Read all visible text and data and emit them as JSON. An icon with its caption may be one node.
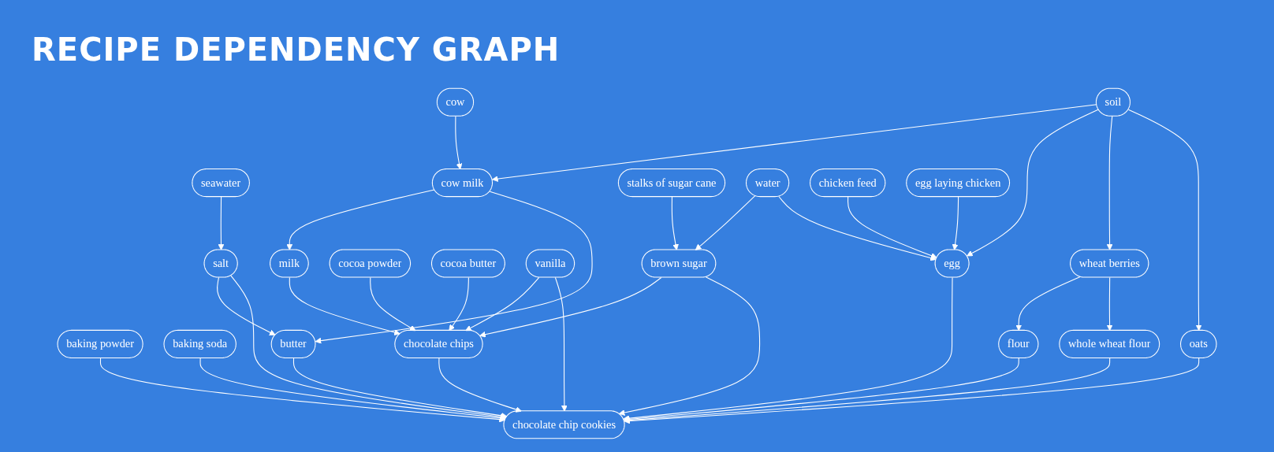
{
  "diagram": {
    "title": "RECIPE DEPENDENCY GRAPH",
    "nodes": [
      {
        "text": [
          "cow"
        ]
      },
      {
        "text": [
          "soil"
        ]
      },
      {
        "text": [
          "seawater"
        ]
      },
      {
        "text": [
          "cow milk"
        ]
      },
      {
        "text": [
          "stalks of sugar cane"
        ]
      },
      {
        "text": [
          "water"
        ]
      },
      {
        "text": [
          "chicken feed"
        ]
      },
      {
        "text": [
          "egg laying chicken"
        ]
      },
      {
        "text": [
          "salt"
        ]
      },
      {
        "text": [
          "cocoa powder"
        ]
      },
      {
        "text": [
          "milk"
        ]
      },
      {
        "text": [
          "cocoa butter"
        ]
      },
      {
        "text": [
          "vanilla"
        ]
      },
      {
        "text": [
          "brown sugar"
        ]
      },
      {
        "text": [
          "egg"
        ]
      },
      {
        "text": [
          "wheat berries"
        ]
      },
      {
        "text": [
          "baking powder"
        ]
      },
      {
        "text": [
          "baking soda"
        ]
      },
      {
        "text": [
          "butter"
        ]
      },
      {
        "text": [
          "chocolate chips"
        ]
      },
      {
        "text": [
          "flour"
        ]
      },
      {
        "text": [
          "whole wheat flour"
        ]
      },
      {
        "text": [
          "oats"
        ]
      },
      {
        "text": [
          "chocolate chip cookies"
        ]
      }
    ],
    "edges": [
      {
        "from": 0,
        "to": 3,
        "arrow": "to"
      },
      {
        "from": 1,
        "to": 3,
        "arrow": "to"
      },
      {
        "from": 2,
        "to": 8,
        "arrow": "to"
      },
      {
        "from": 3,
        "to": 10,
        "arrow": "to"
      },
      {
        "from": 3,
        "to": 18,
        "arrow": "to"
      },
      {
        "from": 4,
        "to": 13,
        "arrow": "to"
      },
      {
        "from": 5,
        "to": 13,
        "arrow": "to"
      },
      {
        "from": 5,
        "to": 14,
        "arrow": "to"
      },
      {
        "from": 6,
        "to": 14,
        "arrow": "to"
      },
      {
        "from": 7,
        "to": 14,
        "arrow": "to"
      },
      {
        "from": 1,
        "to": 14,
        "arrow": "to"
      },
      {
        "from": 1,
        "to": 15,
        "arrow": "to"
      },
      {
        "from": 1,
        "to": 22,
        "arrow": "to"
      },
      {
        "from": 8,
        "to": 18,
        "arrow": "to"
      },
      {
        "from": 8,
        "to": 23,
        "arrow": "to"
      },
      {
        "from": 9,
        "to": 19,
        "arrow": "to"
      },
      {
        "from": 10,
        "to": 19,
        "arrow": "to"
      },
      {
        "from": 11,
        "to": 19,
        "arrow": "to"
      },
      {
        "from": 12,
        "to": 19,
        "arrow": "to"
      },
      {
        "from": 13,
        "to": 19,
        "arrow": "to"
      },
      {
        "from": 12,
        "to": 23,
        "arrow": "to"
      },
      {
        "from": 13,
        "to": 23,
        "arrow": "to"
      },
      {
        "from": 14,
        "to": 23,
        "arrow": "to"
      },
      {
        "from": 15,
        "to": 20,
        "arrow": "to"
      },
      {
        "from": 15,
        "to": 21,
        "arrow": "to"
      },
      {
        "from": 16,
        "to": 23,
        "arrow": "to"
      },
      {
        "from": 17,
        "to": 23,
        "arrow": "to"
      },
      {
        "from": 18,
        "to": 23,
        "arrow": "to"
      },
      {
        "from": 19,
        "to": 23,
        "arrow": "to"
      },
      {
        "from": 20,
        "to": 23,
        "arrow": "to"
      },
      {
        "from": 21,
        "to": 23,
        "arrow": "to"
      },
      {
        "from": 22,
        "to": 23,
        "arrow": "to"
      }
    ]
  }
}
